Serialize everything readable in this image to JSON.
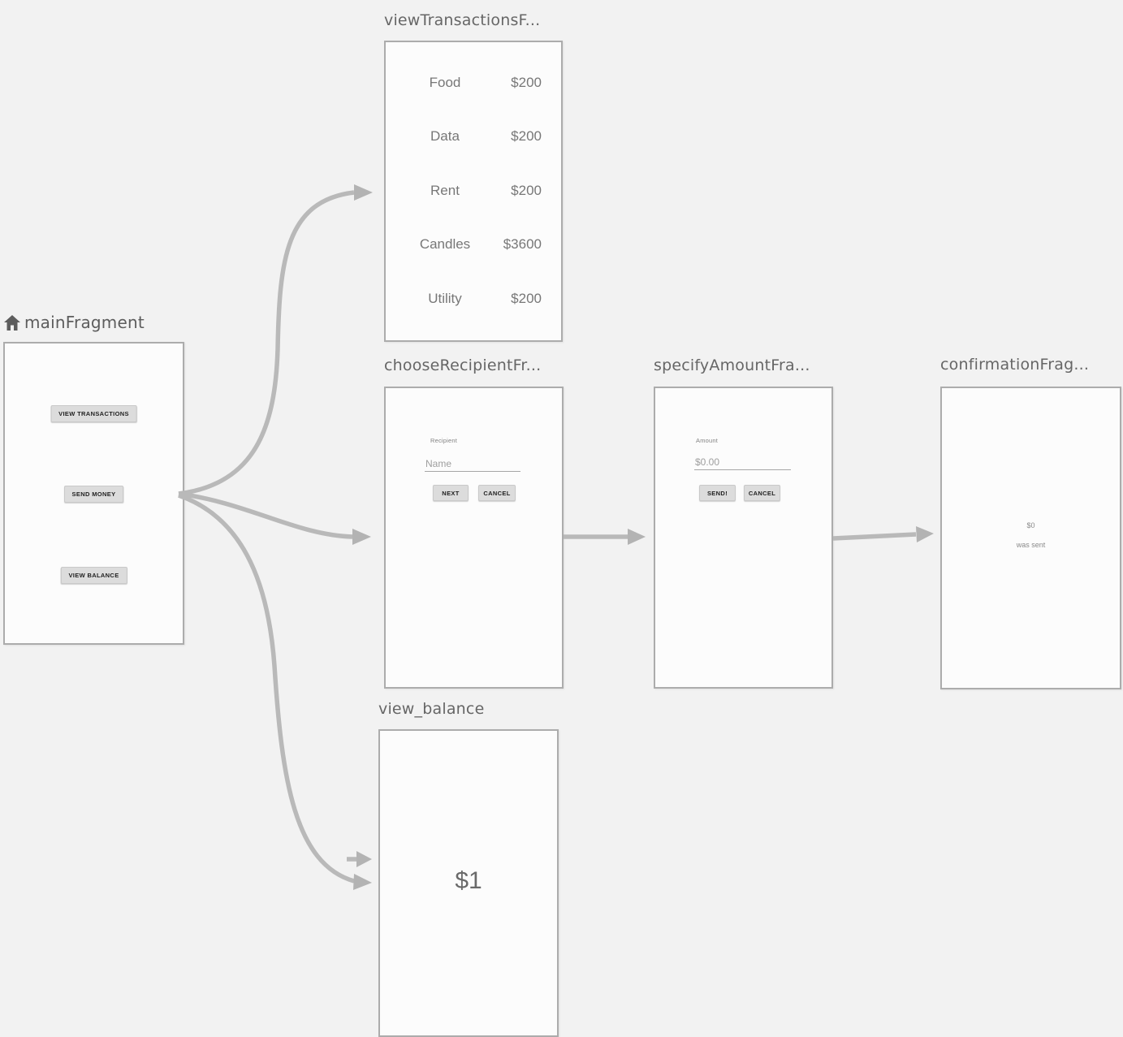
{
  "canvas": {
    "background": "#f2f2f2",
    "panel_background": "#fcfcfc",
    "panel_border": "#acacac",
    "arrow_color": "#b9b9b9",
    "title_color": "#666666"
  },
  "fragments": {
    "main": {
      "title": "mainFragment",
      "home_icon": "home-icon",
      "buttons": [
        {
          "label": "VIEW TRANSACTIONS"
        },
        {
          "label": "SEND MONEY"
        },
        {
          "label": "VIEW BALANCE"
        }
      ]
    },
    "view_transactions": {
      "title": "viewTransactionsF...",
      "rows": [
        {
          "label": "Food",
          "amount": "$200"
        },
        {
          "label": "Data",
          "amount": "$200"
        },
        {
          "label": "Rent",
          "amount": "$200"
        },
        {
          "label": "Candles",
          "amount": "$3600"
        },
        {
          "label": "Utility",
          "amount": "$200"
        }
      ]
    },
    "choose_recipient": {
      "title": "chooseRecipientFr...",
      "field_label": "Recipient",
      "field_hint": "Name",
      "next_label": "NEXT",
      "cancel_label": "CANCEL"
    },
    "specify_amount": {
      "title": "specifyAmountFra...",
      "field_label": "Amount",
      "field_hint": "$0.00",
      "send_label": "SEND!",
      "cancel_label": "CANCEL"
    },
    "confirmation": {
      "title": "confirmationFrag...",
      "amount": "$0",
      "message": "was sent"
    },
    "view_balance": {
      "title": "view_balance",
      "balance": "$1"
    }
  }
}
